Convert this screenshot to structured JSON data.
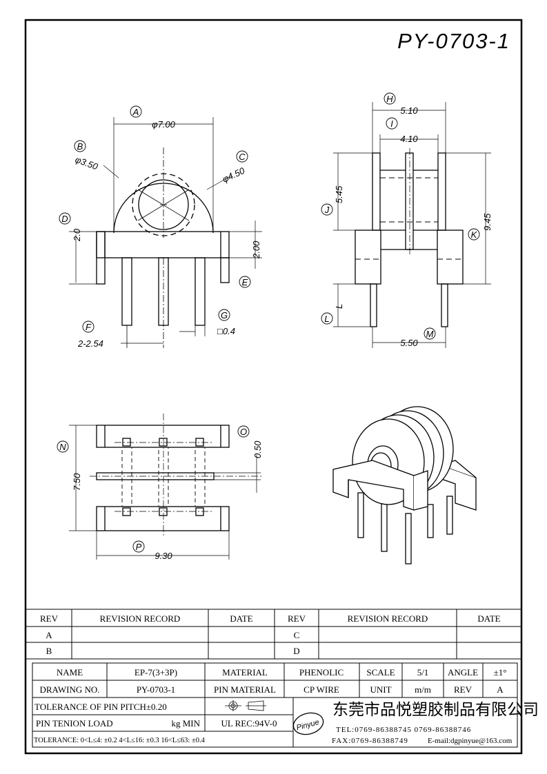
{
  "drawing_number": "PY-0703-1",
  "dimensions": {
    "A": "A",
    "A_val": "φ7.00",
    "B": "B",
    "B_val": "φ3.50",
    "C": "C",
    "C_val": "φ4.50",
    "D": "D",
    "D_val": "2.0",
    "E": "E",
    "F": "F",
    "F_val": "2-2.54",
    "G": "G",
    "G_val": "□0.4",
    "H": "H",
    "H_val": "5.10",
    "I": "I",
    "I_val": "4.10",
    "J": "J",
    "J_val": "5.45",
    "K": "K",
    "K_val": "9.45",
    "L": "L",
    "L_val": "L",
    "M": "M",
    "M_val": "5.50",
    "N": "N",
    "N_val": "7.50",
    "O": "O",
    "O_val": "0.50",
    "P": "P",
    "P_val": "9.30",
    "side_200": "2.00"
  },
  "revision_table": {
    "rev_header": "REV",
    "record_header": "REVISION RECORD",
    "date_header": "DATE",
    "rows_left": [
      "A",
      "B"
    ],
    "rows_right": [
      "C",
      "D"
    ]
  },
  "title_block": {
    "name_label": "NAME",
    "name_value": "EP-7(3+3P)",
    "material_label": "MATERIAL",
    "material_value": "PHENOLIC",
    "scale_label": "SCALE",
    "scale_value": "5/1",
    "angle_label": "ANGLE",
    "angle_value": "±1°",
    "drawing_no_label": "DRAWING NO.",
    "drawing_no_value": "PY-0703-1",
    "pin_material_label": "PIN MATERIAL",
    "pin_material_value": "CP WIRE",
    "unit_label": "UNIT",
    "unit_value": "m/m",
    "rev_label": "REV",
    "rev_value": "A",
    "tolerance_pitch": "TOLERANCE OF PIN PITCH±0.20",
    "pin_tension": "PIN TENION LOAD",
    "pin_tension_unit": "kg MIN",
    "ul_rec": "UL REC:94V-0",
    "tolerance_line": "TOLERANCE: 0<L≤4: ±0.2   4<L≤16: ±0.3   16<L≤63: ±0.4",
    "logo_text": "Pinyue",
    "company_name": "东莞市品悦塑胶制品有限公司",
    "tel": "TEL:0769-86388745   0769-86388746",
    "fax": "FAX:0769-86388749",
    "email": "E-mail:dgpinyue@163.com"
  }
}
